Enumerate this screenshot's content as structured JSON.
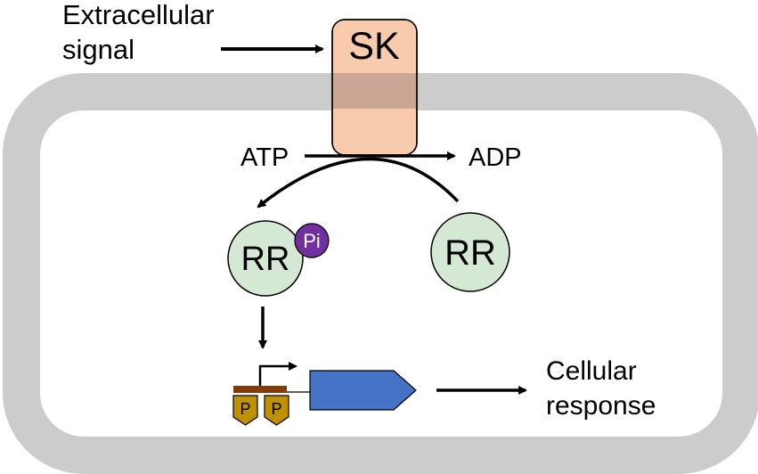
{
  "labels": {
    "extracellular_line1": "Extracellular",
    "extracellular_line2": "signal",
    "sensor_kinase": "SK",
    "atp": "ATP",
    "adp": "ADP",
    "rr_phosphorylated": "RR",
    "phosphate": "Pi",
    "rr_unphosphorylated": "RR",
    "promoter_box_1": "P",
    "promoter_box_2": "P",
    "cellular_response_line1": "Cellular",
    "cellular_response_line2": "response"
  },
  "colors": {
    "cell_membrane": "#cccccc",
    "cell_interior": "#ffffff",
    "sensor_kinase_fill": "#f8cbad",
    "sensor_kinase_membrane_band": "#c5a291",
    "response_regulator_fill": "#d5e8d4",
    "phosphate_fill": "#7030a0",
    "gene_fill": "#4472c4",
    "promoter_box_fill": "#bf9000",
    "dna_bar": "#843c0c",
    "arrow": "#000000"
  }
}
